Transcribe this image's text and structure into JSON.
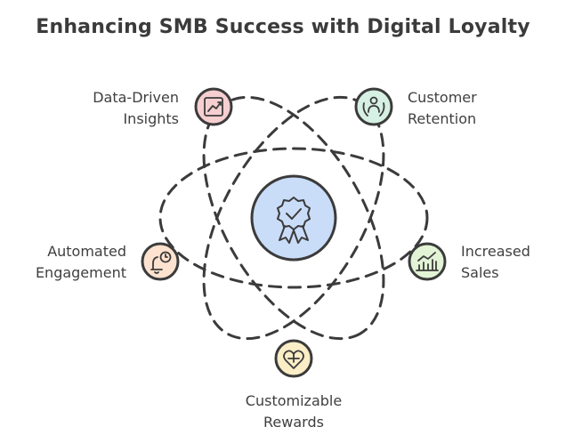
{
  "title": "Enhancing SMB Success with Digital Loyalty",
  "center": {
    "icon": "badge-check-icon",
    "fill": "#c9dcf8"
  },
  "nodes": [
    {
      "id": "data-driven-insights",
      "lines": [
        "Data-Driven",
        "Insights"
      ],
      "icon": "chart-board-icon",
      "fill": "#f6cfd0"
    },
    {
      "id": "customer-retention",
      "lines": [
        "Customer",
        "Retention"
      ],
      "icon": "person-hands-icon",
      "fill": "#d6f0e3"
    },
    {
      "id": "increased-sales",
      "lines": [
        "Increased",
        "Sales"
      ],
      "icon": "growth-bars-icon",
      "fill": "#e3f4d6"
    },
    {
      "id": "customizable-rewards",
      "lines": [
        "Customizable",
        "Rewards"
      ],
      "icon": "heart-gift-icon",
      "fill": "#fbeec7"
    },
    {
      "id": "automated-engagement",
      "lines": [
        "Automated",
        "Engagement"
      ],
      "icon": "bell-clock-icon",
      "fill": "#fde2cf"
    }
  ]
}
